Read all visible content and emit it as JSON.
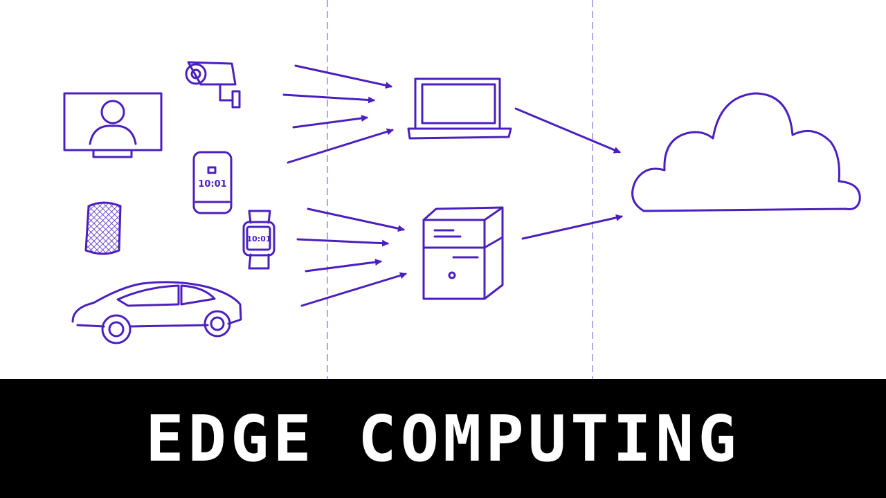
{
  "title": "EDGE COMPUTING",
  "colors": {
    "ink": "#4b1fbf",
    "divider": "#b9a6ea",
    "banner": "#000000",
    "title_text": "#ffffff"
  },
  "devices": {
    "phone_time": "10:01",
    "watch_time": "10:01"
  }
}
